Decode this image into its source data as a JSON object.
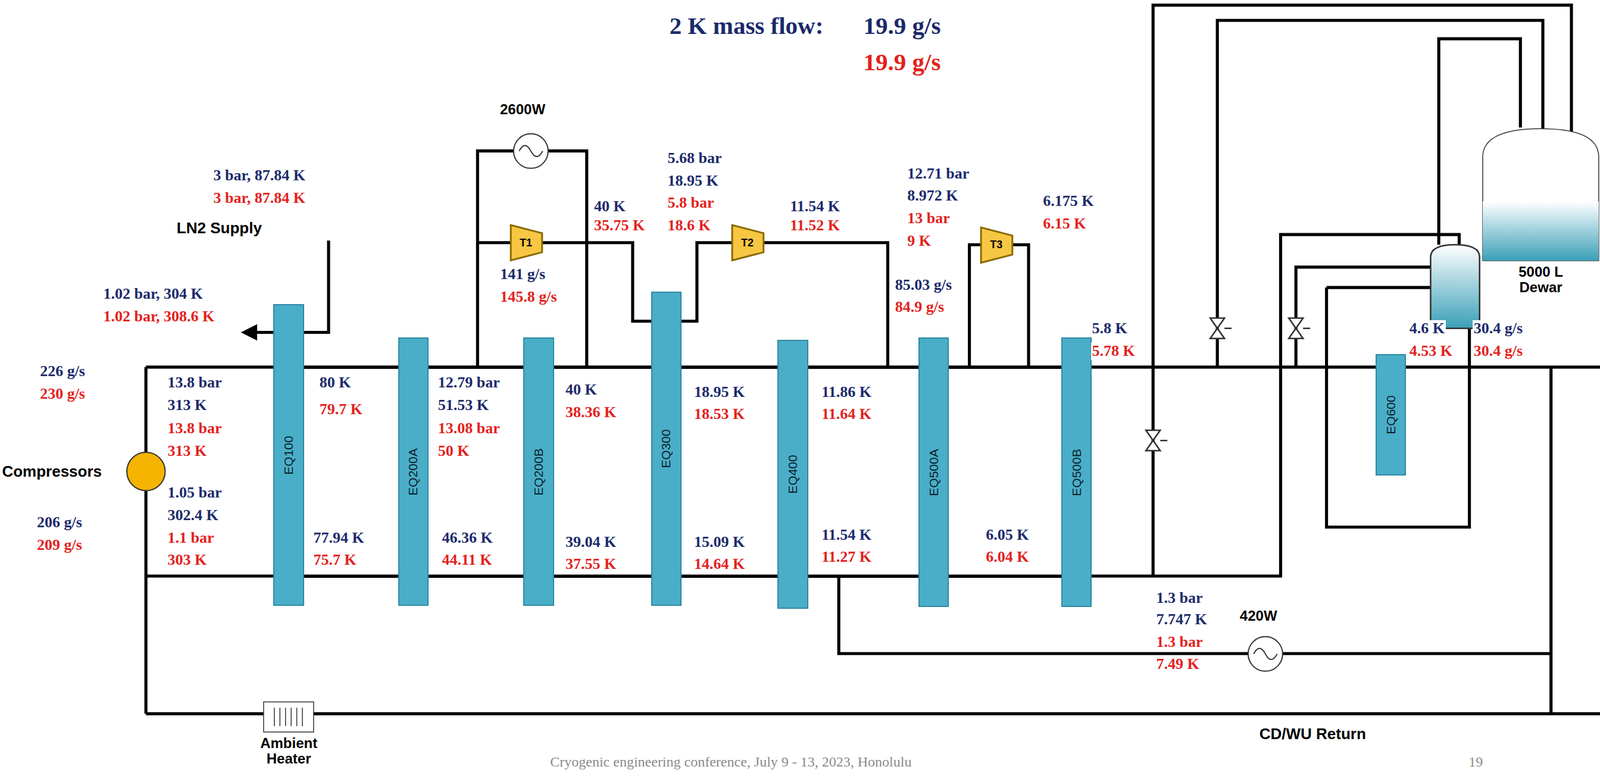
{
  "diagram": {
    "nodes": [
      {
        "text": [
          "EQ100"
        ]
      },
      {
        "text": [
          "EQ200A"
        ]
      },
      {
        "text": [
          "EQ200B"
        ]
      },
      {
        "text": [
          "EQ300"
        ]
      },
      {
        "text": [
          "EQ400"
        ]
      },
      {
        "text": [
          "EQ500A"
        ]
      },
      {
        "text": [
          "EQ500B"
        ]
      },
      {
        "text": [
          "EQ600"
        ]
      },
      {
        "text": [
          "T1"
        ]
      },
      {
        "text": [
          "T2"
        ]
      },
      {
        "text": [
          "T3"
        ]
      },
      {
        "text": [
          "Compressors"
        ]
      },
      {
        "text": [
          "2600W"
        ]
      },
      {
        "text": [
          "420W"
        ]
      },
      {
        "text": [
          "5000 L Dewar"
        ]
      },
      {
        "text": [
          "Ambient Heater"
        ]
      }
    ],
    "edges": [
      {
        "from": 0,
        "to": 1,
        "arrow": "none"
      },
      {
        "from": 1,
        "to": 2,
        "arrow": "none"
      },
      {
        "from": 2,
        "to": 3,
        "arrow": "none"
      },
      {
        "from": 3,
        "to": 4,
        "arrow": "none"
      },
      {
        "from": 4,
        "to": 5,
        "arrow": "none"
      },
      {
        "from": 5,
        "to": 6,
        "arrow": "none"
      },
      {
        "from": 0,
        "to": 1,
        "arrow": "none"
      },
      {
        "from": 1,
        "to": 2,
        "arrow": "none"
      },
      {
        "from": 2,
        "to": 3,
        "arrow": "none"
      },
      {
        "from": 3,
        "to": 4,
        "arrow": "none"
      },
      {
        "from": 4,
        "to": 5,
        "arrow": "none"
      },
      {
        "from": 5,
        "to": 6,
        "arrow": "none"
      }
    ],
    "labels": [
      "2 K mass flow:",
      "19.9 g/s",
      "19.9 g/s",
      "3 bar, 87.84 K",
      "3 bar, 87.84 K",
      "LN2 Supply",
      "1.02 bar, 304 K",
      "1.02 bar, 308.6 K",
      "226 g/s",
      "230 g/s",
      "13.8 bar",
      "313 K",
      "13.8 bar",
      "313 K",
      "1.05 bar",
      "302.4 K",
      "1.1 bar",
      "303 K",
      "206 g/s",
      "209 g/s",
      "80 K",
      "79.7 K",
      "77.94 K",
      "75.7 K",
      "12.79 bar",
      "51.53 K",
      "13.08 bar",
      "50 K",
      "46.36 K",
      "44.11 K",
      "40 K",
      "38.36 K",
      "39.04 K",
      "37.55 K",
      "40 K",
      "35.75 K",
      "141 g/s",
      "145.8 g/s",
      "5.68 bar",
      "18.95 K",
      "5.8 bar",
      "18.6 K",
      "11.54 K",
      "11.52 K",
      "18.95 K",
      "18.53 K",
      "15.09 K",
      "14.64 K",
      "11.86 K",
      "11.64 K",
      "11.54 K",
      "11.27 K",
      "12.71 bar",
      "8.972 K",
      "13 bar",
      "9 K",
      "6.175 K",
      "6.15 K",
      "85.03 g/s",
      "84.9 g/s",
      "5.8 K",
      "5.78 K",
      "6.05 K",
      "6.04 K",
      "4.6 K",
      "4.53 K",
      "30.4 g/s",
      "30.4 g/s",
      "1.3 bar",
      "7.747 K",
      "1.3 bar",
      "7.49 K",
      "CD/WU Return",
      "Cryogenic engineering conference, July 9 - 13, 2023, Honolulu",
      "19"
    ]
  }
}
